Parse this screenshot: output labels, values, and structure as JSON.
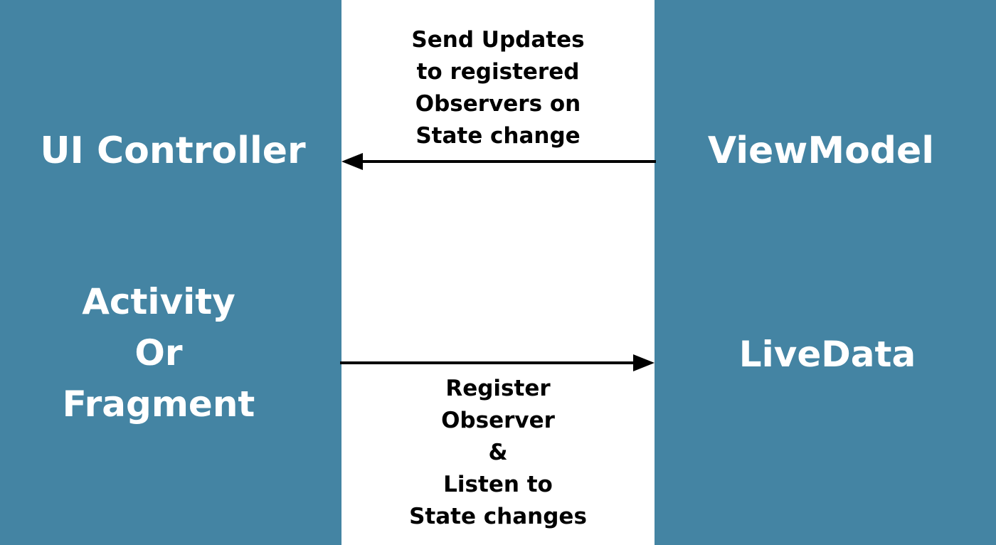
{
  "colors": {
    "panel": "#4484a3",
    "middle": "#ffffff",
    "panel_text": "#ffffff",
    "arrow": "#000000",
    "message_text": "#000000"
  },
  "left_panel": {
    "title": "UI Controller",
    "subtitle_lines": [
      "Activity",
      "Or",
      "Fragment"
    ]
  },
  "right_panel": {
    "title": "ViewModel",
    "subtitle_lines": [
      "LiveData"
    ]
  },
  "top_arrow": {
    "direction": "right-to-left",
    "label_lines": [
      "Send Updates",
      "to registered",
      "Observers on",
      "State change"
    ]
  },
  "bottom_arrow": {
    "direction": "left-to-right",
    "label_lines": [
      "Register",
      "Observer",
      "&",
      "Listen to",
      "State changes"
    ]
  }
}
